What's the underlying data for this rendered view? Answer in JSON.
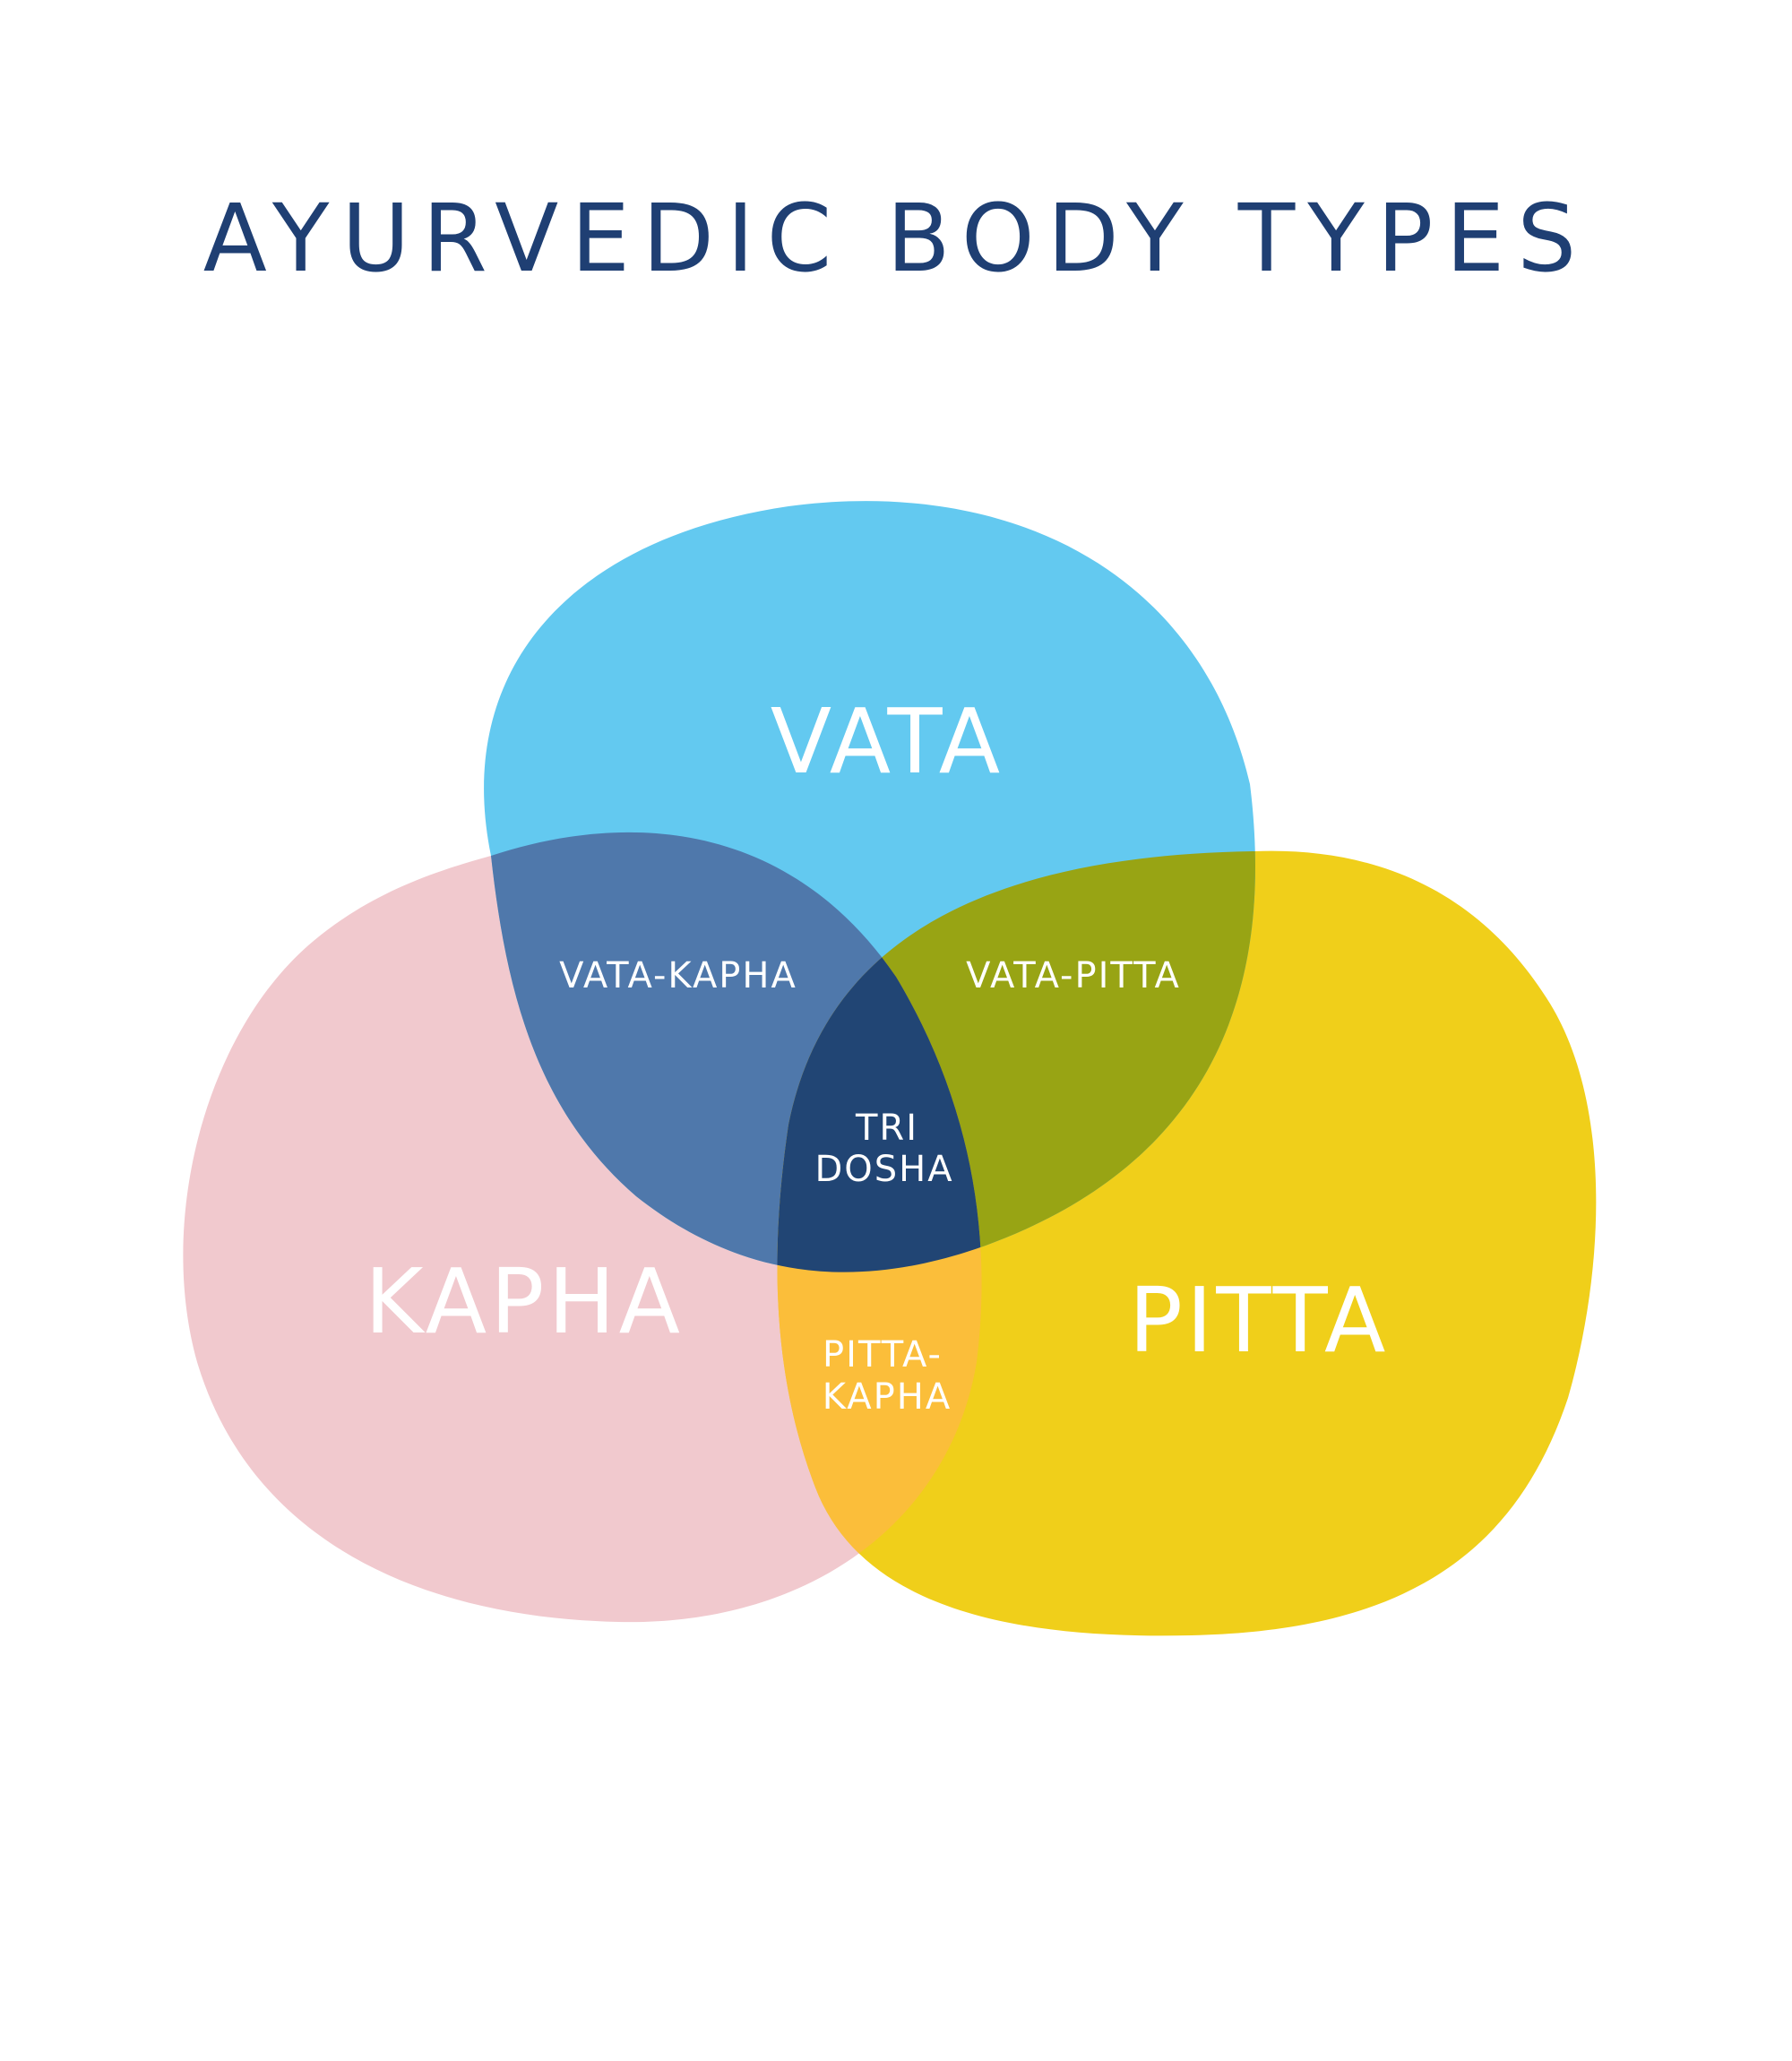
{
  "title": "AYURVEDIC BODY TYPES",
  "regions": {
    "vata": "VATA",
    "kapha": "KAPHA",
    "pitta": "PITTA",
    "vata_kapha": "VATA-KAPHA",
    "vata_pitta": "VATA-PITTA",
    "tridosha_line1": "TRI",
    "tridosha_line2": "DOSHA",
    "pitta_kapha_line1": "PITTA-",
    "pitta_kapha_line2": "KAPHA"
  },
  "colors": {
    "vata": "#63c9f0",
    "kapha": "#f1c9ce",
    "pitta": "#f0cf1a",
    "vata_kapha": "#4f78ab",
    "vata_pitta": "#98a414",
    "pitta_kapha": "#fbbe3a",
    "tridosha": "#214574",
    "title": "#1f3f73"
  }
}
